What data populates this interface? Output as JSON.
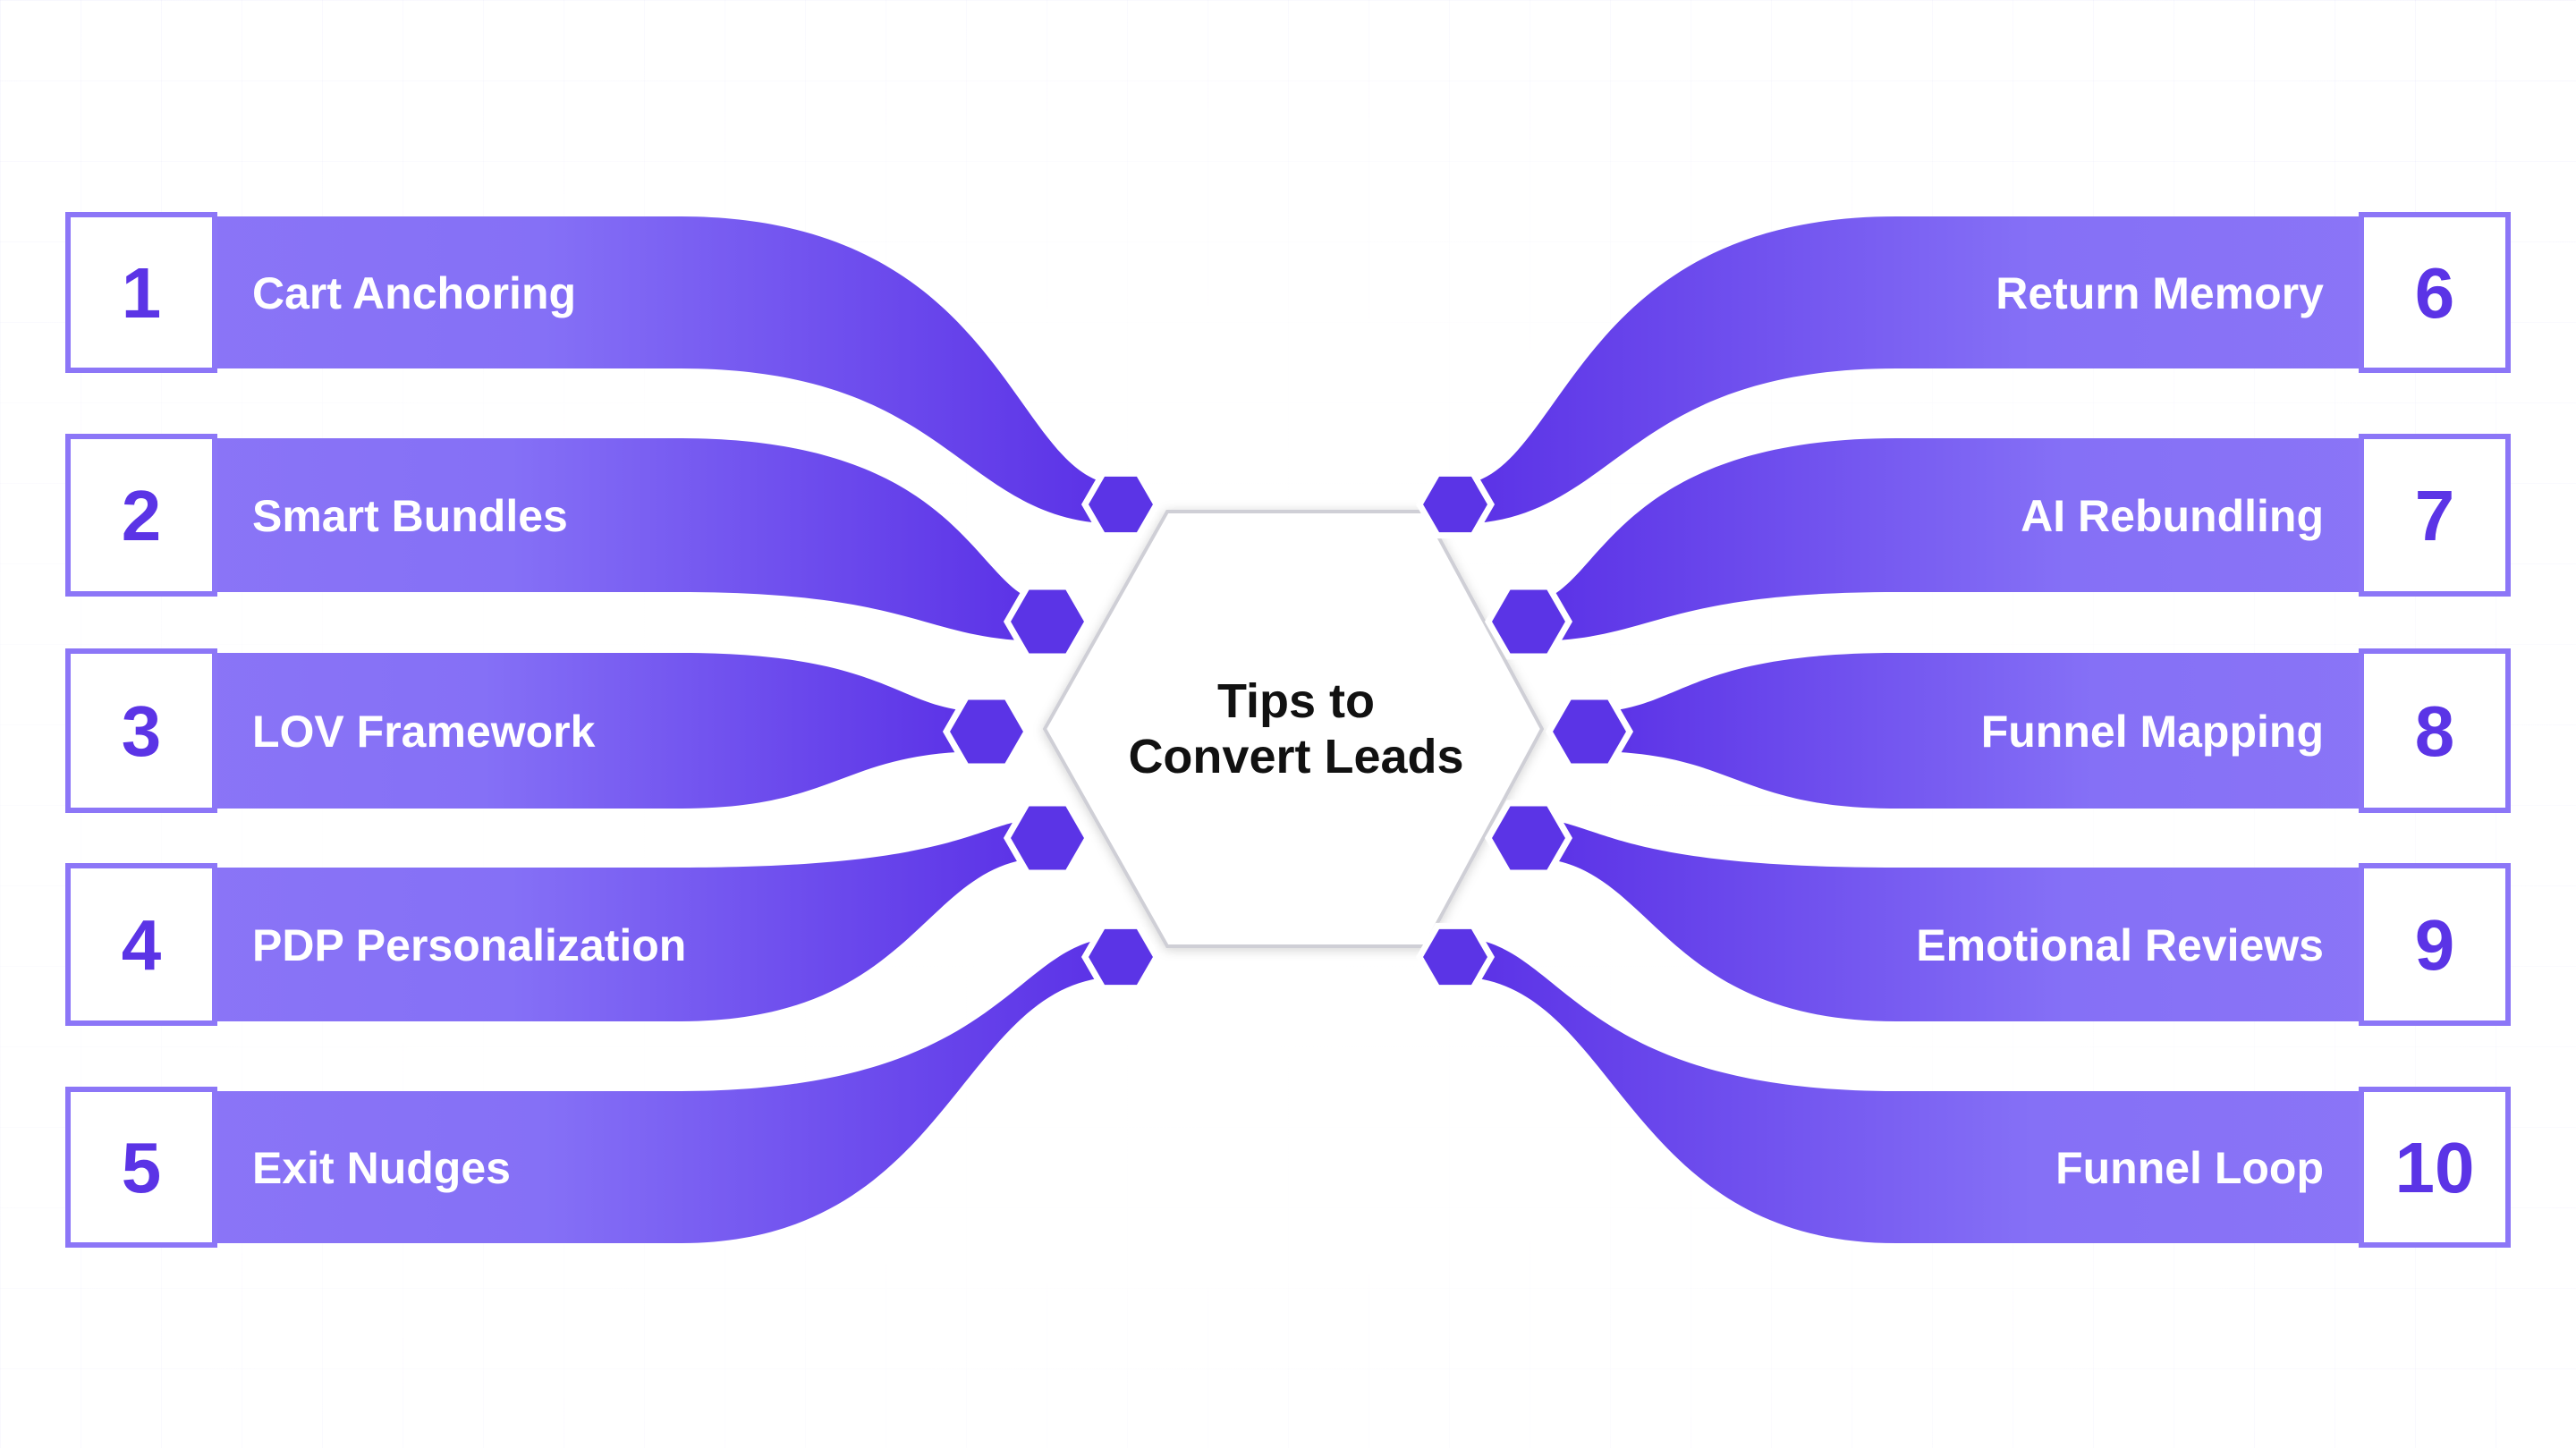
{
  "center": {
    "line1": "Tips to",
    "line2": "Convert Leads"
  },
  "colors": {
    "accent": "#5b34e6",
    "light": "#8c76f7",
    "number": "#5b34e6"
  },
  "left_items": [
    {
      "number": "1",
      "label": "Cart Anchoring"
    },
    {
      "number": "2",
      "label": "Smart Bundles"
    },
    {
      "number": "3",
      "label": "LOV Framework"
    },
    {
      "number": "4",
      "label": "PDP Personalization"
    },
    {
      "number": "5",
      "label": "Exit Nudges"
    }
  ],
  "right_items": [
    {
      "number": "6",
      "label": "Return Memory"
    },
    {
      "number": "7",
      "label": "AI Rebundling"
    },
    {
      "number": "8",
      "label": "Funnel Mapping"
    },
    {
      "number": "9",
      "label": "Emotional Reviews"
    },
    {
      "number": "10",
      "label": "Funnel Loop"
    }
  ]
}
